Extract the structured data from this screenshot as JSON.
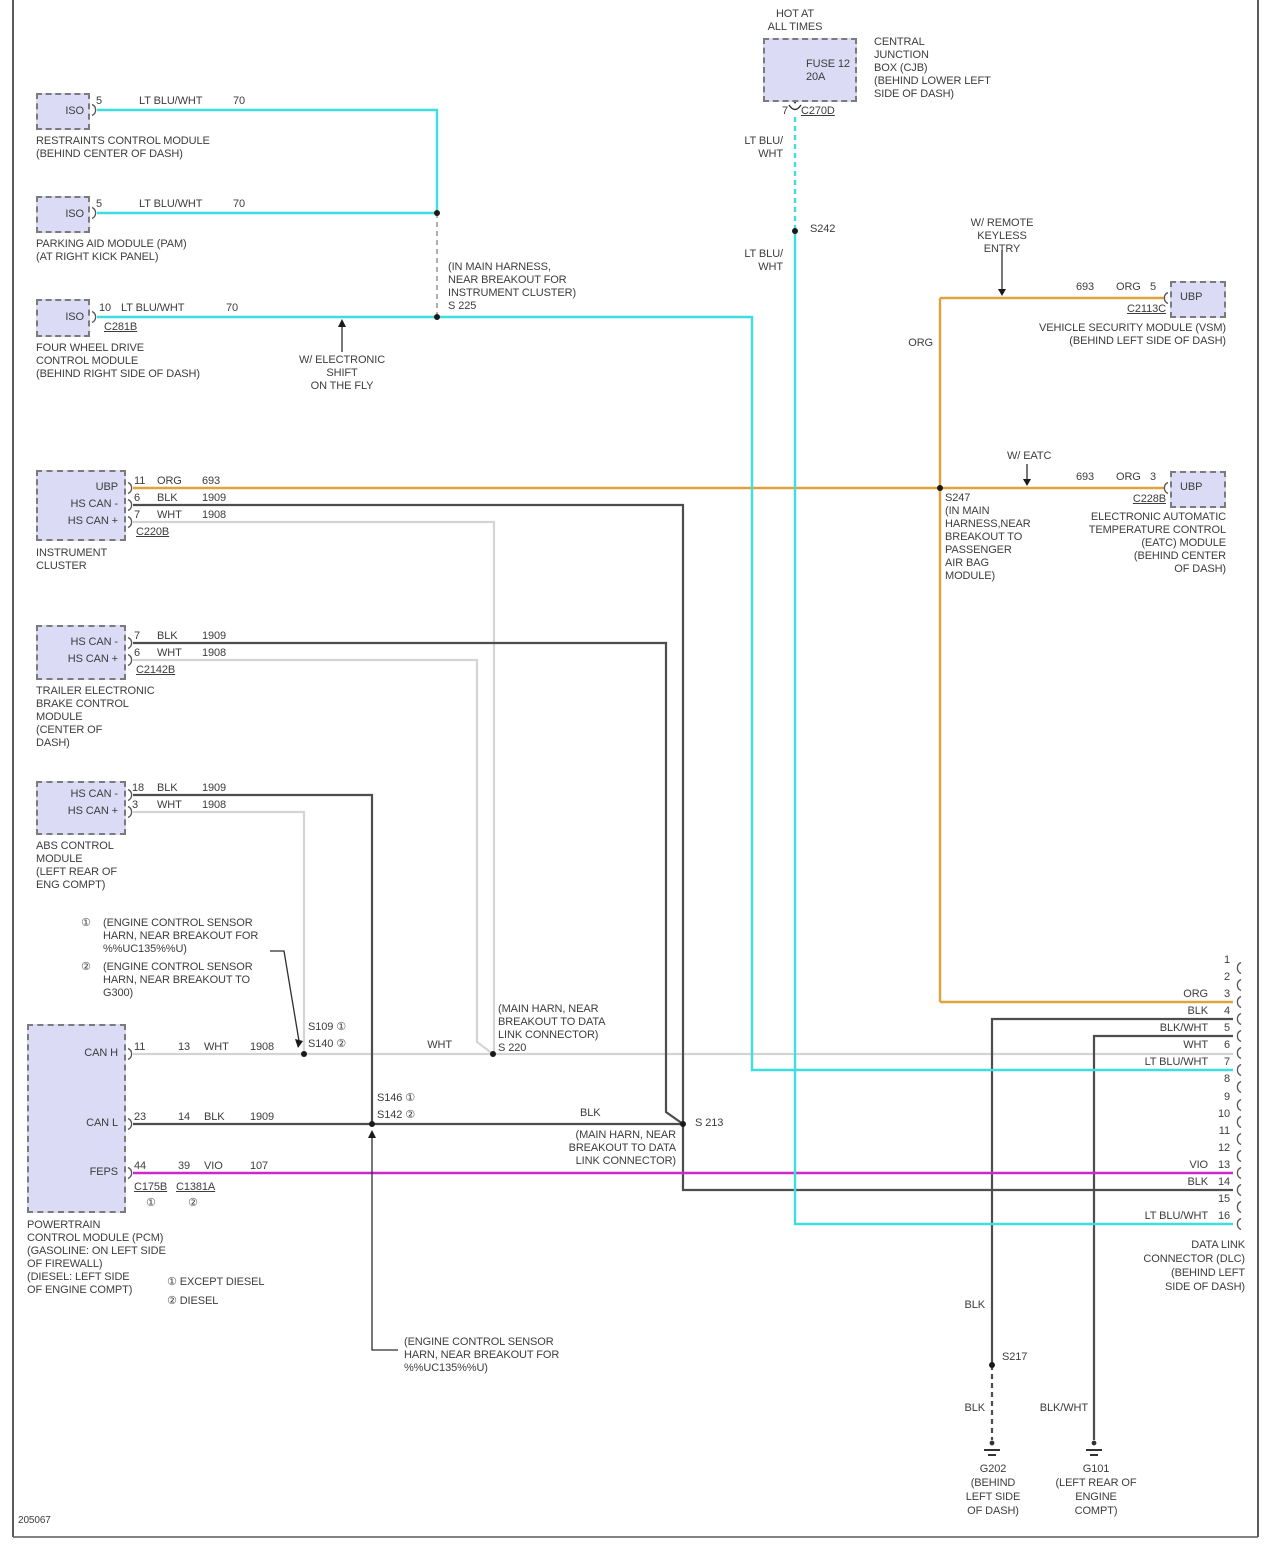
{
  "meta": {
    "page_id": "205067"
  },
  "colors": {
    "lt_blu_wht": "#3fdede",
    "org": "#e0a23f",
    "vio": "#cb29cb",
    "blk": "#4d4d4d",
    "wht": "#d4d4d4",
    "harness_dash": "#9a9a9a",
    "leader": "#2e2e2e",
    "module_fill": "#dbdbf5",
    "module_border": "#7b7b7b"
  },
  "power": {
    "hot": "HOT AT\nALL TIMES",
    "fuse": "FUSE 12\n20A",
    "cjb_name": "CENTRAL\nJUNCTION\nBOX (CJB)\n(BEHIND LOWER LEFT\nSIDE OF DASH)",
    "pin": "7",
    "conn": "C270D",
    "wire1": "LT BLU/\nWHT",
    "splice": "S242",
    "wire2": "LT BLU/\nWHT"
  },
  "mods": {
    "iso1": "ISO",
    "iso2": "ISO",
    "iso3": "ISO",
    "rcm_pin": "5",
    "rcm_color": "LT BLU/WHT",
    "rcm_ckt": "70",
    "rcm_name": "RESTRAINTS CONTROL MODULE\n(BEHIND CENTER OF DASH)",
    "pam_pin": "5",
    "pam_color": "LT BLU/WHT",
    "pam_ckt": "70",
    "pam_name": "PARKING AID MODULE (PAM)\n(AT RIGHT KICK PANEL)",
    "fwd_pin": "10",
    "fwd_color": "LT BLU/WHT",
    "fwd_ckt": "70",
    "fwd_conn": "C281B",
    "fwd_name": "FOUR WHEEL DRIVE\nCONTROL MODULE\n(BEHIND RIGHT SIDE OF DASH)",
    "s225": "(IN MAIN HARNESS,\nNEAR BREAKOUT FOR\nINSTRUMENT CLUSTER)\nS 225",
    "shift": "W/ ELECTRONIC SHIFT\nON THE FLY"
  },
  "ic": {
    "port1": "UBP",
    "port2": "HS CAN -",
    "port3": "HS CAN +",
    "pin1": "11",
    "color1": "ORG",
    "ckt1": "693",
    "pin2": "6",
    "color2": "BLK",
    "ckt2": "1909",
    "pin3": "7",
    "color3": "WHT",
    "ckt3": "1908",
    "conn": "C220B",
    "name": "INSTRUMENT\nCLUSTER"
  },
  "trailer": {
    "port1": "HS CAN -",
    "port2": "HS CAN +",
    "pin1": "7",
    "color1": "BLK",
    "ckt1": "1909",
    "pin2": "6",
    "color2": "WHT",
    "ckt2": "1908",
    "conn": "C2142B",
    "name": "TRAILER ELECTRONIC\nBRAKE CONTROL\nMODULE\n(CENTER OF\nDASH)"
  },
  "abs": {
    "port1": "HS CAN -",
    "port2": "HS CAN +",
    "pin1": "18",
    "color1": "BLK",
    "ckt1": "1909",
    "pin2": "3",
    "color2": "WHT",
    "ckt2": "1908",
    "name": "ABS CONTROL\nMODULE\n(LEFT REAR OF\nENG COMPT)"
  },
  "notes": {
    "n1_sym": "①",
    "n1": "(ENGINE CONTROL SENSOR\nHARN, NEAR BREAKOUT FOR\n%%UC135%%U)",
    "n2_sym": "②",
    "n2": "(ENGINE CONTROL SENSOR\nHARN, NEAR BREAKOUT TO\nG300)",
    "bottom": "(ENGINE CONTROL SENSOR\nHARN, NEAR BREAKOUT FOR\n%%UC135%%U)",
    "legend1": "①  EXCEPT DIESEL",
    "legend2": "②  DIESEL"
  },
  "pcm": {
    "port1": "CAN H",
    "port2": "CAN L",
    "port3": "FEPS",
    "p11": "11",
    "p13": "13",
    "c1": "WHT",
    "k1": "1908",
    "p23": "23",
    "p14": "14",
    "c2": "BLK",
    "k2": "1909",
    "p44": "44",
    "p39": "39",
    "c3": "VIO",
    "k3": "107",
    "conn1": "C175B",
    "conn1_sym": "①",
    "conn2": "C1381A",
    "conn2_sym": "②",
    "name": "POWERTRAIN\nCONTROL MODULE (PCM)\n(GASOLINE: ON LEFT SIDE\nOF FIREWALL)\n(DIESEL: LEFT SIDE\nOF ENGINE COMPT)"
  },
  "mid": {
    "s109": "S109  ①",
    "s140": "S140  ②",
    "s146": "S146  ①",
    "s142": "S142  ②",
    "wht": "WHT",
    "blk": "BLK",
    "s220": "(MAIN HARN, NEAR\nBREAKOUT TO DATA\nLINK CONNECTOR)\nS 220",
    "s213": "S 213",
    "s213_note": "(MAIN HARN, NEAR\nBREAKOUT TO DATA\nLINK CONNECTOR)"
  },
  "right": {
    "rke": "W/ REMOTE\nKEYLESS\nENTRY",
    "vsm_ckt": "693",
    "vsm_color": "ORG",
    "vsm_pin": "5",
    "vsm_port": "UBP",
    "vsm_conn": "C2113C",
    "vsm_name": "VEHICLE SECURITY MODULE (VSM)\n(BEHIND LEFT SIDE OF DASH)",
    "org": "ORG",
    "eatc": "W/ EATC",
    "eatc_ckt": "693",
    "eatc_color": "ORG",
    "eatc_pin": "3",
    "eatc_port": "UBP",
    "eatc_conn": "C228B",
    "eatc_name": "ELECTRONIC AUTOMATIC\nTEMPERATURE CONTROL\n(EATC) MODULE\n(BEHIND CENTER\nOF DASH)",
    "s247": "S247\n(IN MAIN\nHARNESS,NEAR\nBREAKOUT TO\nPASSENGER\nAIR BAG\nMODULE)"
  },
  "dlc": {
    "pins": [
      {
        "n": "1",
        "c": ""
      },
      {
        "n": "2",
        "c": ""
      },
      {
        "n": "3",
        "c": "ORG"
      },
      {
        "n": "4",
        "c": "BLK"
      },
      {
        "n": "5",
        "c": "BLK/WHT"
      },
      {
        "n": "6",
        "c": "WHT"
      },
      {
        "n": "7",
        "c": "LT BLU/WHT"
      },
      {
        "n": "8",
        "c": ""
      },
      {
        "n": "9",
        "c": ""
      },
      {
        "n": "10",
        "c": ""
      },
      {
        "n": "11",
        "c": ""
      },
      {
        "n": "12",
        "c": ""
      },
      {
        "n": "13",
        "c": "VIO"
      },
      {
        "n": "14",
        "c": "BLK"
      },
      {
        "n": "15",
        "c": ""
      },
      {
        "n": "16",
        "c": "LT BLU/WHT"
      }
    ],
    "name": "DATA LINK\nCONNECTOR (DLC)\n(BEHIND LEFT\nSIDE OF DASH)"
  },
  "gnd": {
    "blk1": "BLK",
    "s217": "S217",
    "blk2": "BLK",
    "blkwht": "BLK/WHT",
    "g202": "G202\n(BEHIND\nLEFT SIDE\nOF DASH)",
    "g101": "G101\n(LEFT REAR OF\nENGINE\nCOMPT)"
  }
}
